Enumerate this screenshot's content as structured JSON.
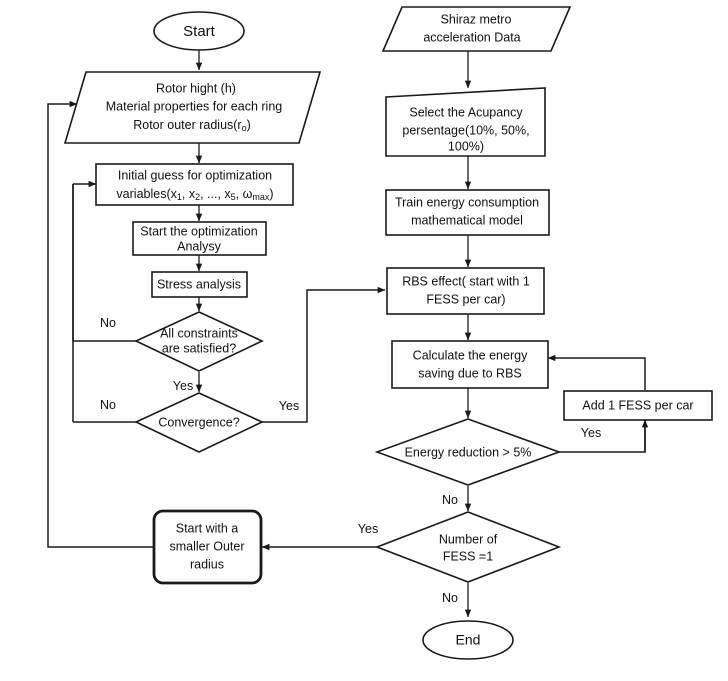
{
  "diagram": {
    "title": "Flywheel energy storage system optimization and metro RBS energy-saving flowchart",
    "type": "flowchart",
    "background_color": "#ffffff",
    "line_color": "#333333",
    "text_color": "#111111"
  },
  "nodes": {
    "start": {
      "label": "Start",
      "shape": "ellipse"
    },
    "inputs": {
      "line1": "Rotor hight (h)",
      "line2": "Material properties for each ring",
      "line3_pre": "Rotor outer radius(r",
      "line3_sub": "o",
      "line3_post": ")",
      "shape": "parallelogram"
    },
    "initial_guess": {
      "line1": "Initial guess for optimization",
      "line2_pre": "variables(x",
      "line2_s1": "1",
      "line2_m1": ", x",
      "line2_s2": "2",
      "line2_m2": ", ..., x",
      "line2_s3": "5",
      "line2_m3": ", ω",
      "line2_s4": "max",
      "line2_post": ")",
      "shape": "rect"
    },
    "start_opt": {
      "line1": "Start the optimization",
      "line2": "Analysy",
      "shape": "rect"
    },
    "stress": {
      "label": "Stress analysis",
      "shape": "rect"
    },
    "constraints": {
      "line1": "All constraints",
      "line2": "are satisfied?",
      "shape": "diamond"
    },
    "convergence": {
      "label": "Convergence?",
      "shape": "diamond"
    },
    "smaller_radius": {
      "line1": "Start with a",
      "line2": "smaller Outer",
      "line3": "radius",
      "shape": "rounded-rect"
    },
    "metro_data": {
      "line1": "Shiraz metro",
      "line2": "acceleration Data",
      "shape": "parallelogram"
    },
    "occupancy": {
      "line1": "Select the Acupancy",
      "line2": "persentage(10%, 50%,",
      "line3": "100%)",
      "shape": "slanted-top-rect"
    },
    "train_model": {
      "line1": "Train energy consumption",
      "line2": "mathematical model",
      "shape": "rect"
    },
    "rbs_effect": {
      "line1": "RBS effect( start with 1",
      "line2": "FESS per car)",
      "shape": "rect"
    },
    "calc_saving": {
      "line1": "Calculate the energy",
      "line2": "saving due to RBS",
      "shape": "rect"
    },
    "add_fess": {
      "label": "Add 1 FESS per car",
      "shape": "rect"
    },
    "energy_reduction": {
      "label": "Energy reduction > 5%",
      "shape": "diamond"
    },
    "number_fess": {
      "line1": "Number of",
      "line2": "FESS =1",
      "shape": "diamond"
    },
    "end": {
      "label": "End",
      "shape": "ellipse"
    }
  },
  "edge_labels": {
    "constraints_no": "No",
    "constraints_yes": "Yes",
    "convergence_no": "No",
    "convergence_yes": "Yes",
    "energy_yes": "Yes",
    "energy_no": "No",
    "fess_yes": "Yes",
    "fess_no": "No"
  }
}
